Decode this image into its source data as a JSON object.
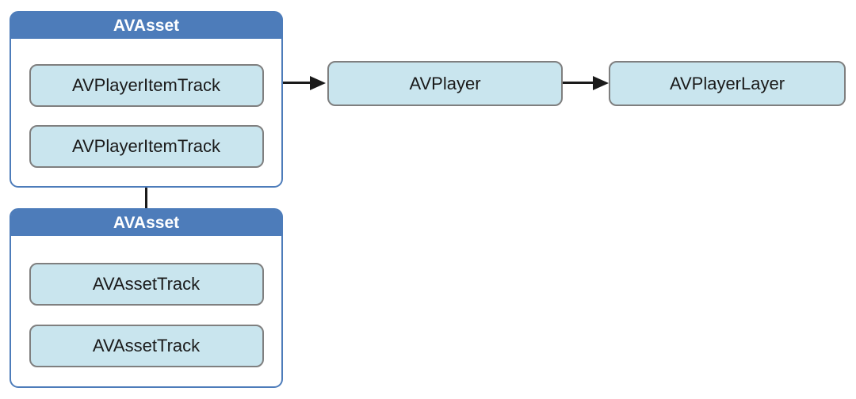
{
  "diagram": {
    "description": "AVFoundation playback object relationship diagram",
    "groups": [
      {
        "id": "player-item-group",
        "header": "AVAsset",
        "items": [
          "AVPlayerItemTrack",
          "AVPlayerItemTrack"
        ]
      },
      {
        "id": "asset-group",
        "header": "AVAsset",
        "items": [
          "AVAssetTrack",
          "AVAssetTrack"
        ]
      }
    ],
    "nodes": [
      {
        "id": "player",
        "label": "AVPlayer"
      },
      {
        "id": "player-layer",
        "label": "AVPlayerLayer"
      }
    ],
    "connectors": [
      {
        "from": "player-item-group",
        "to": "player",
        "type": "arrow"
      },
      {
        "from": "player",
        "to": "player-layer",
        "type": "arrow"
      },
      {
        "from": "player-item-group",
        "to": "asset-group",
        "type": "line"
      }
    ],
    "colors": {
      "header_blue": "#4D7CBA",
      "group_border": "#4D7CBA",
      "node_fill": "#C9E5EE",
      "node_border": "#7F7F7F",
      "connector": "#1A1A1A",
      "background": "#FFFFFF"
    }
  }
}
